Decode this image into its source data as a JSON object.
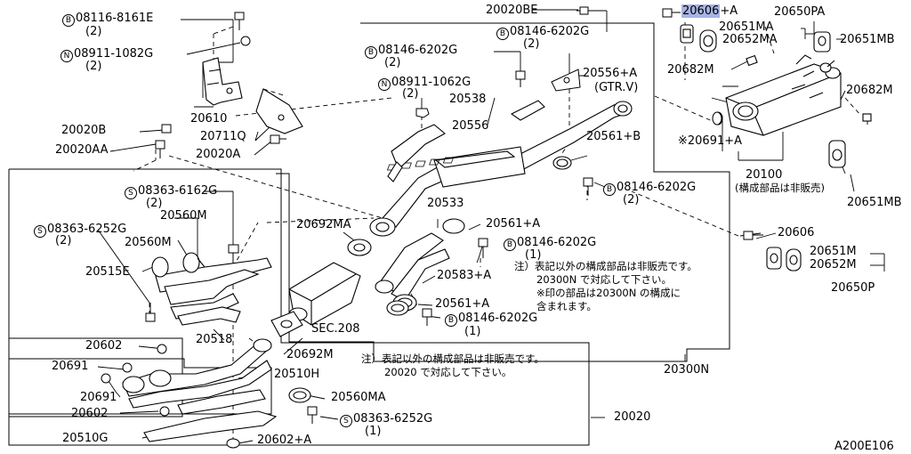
{
  "symbols": {
    "bolt": "B",
    "nut": "N",
    "screw": "S"
  },
  "callouts": {
    "c20020BE": "20020BE",
    "c08146a": "08146-6202G",
    "c08146a_q": "(2)",
    "c20556A": "20556+A",
    "c20556A_gtr": "(GTR.V)",
    "c20606A": "20606",
    "c20606A_sfx": "+A",
    "c20650PA": "20650PA",
    "c20651MA": "20651MA",
    "c20652MA": "20652MA",
    "c20651MB_top": "20651MB",
    "c08116": "08116-8161E",
    "c08116_q": "(2)",
    "c08911a": "08911-1082G",
    "c08911a_q": "(2)",
    "c08146b": "08146-6202G",
    "c08146b_q": "(2)",
    "c08911b": "08911-1062G",
    "c08911b_q": "(2)",
    "c20538": "20538",
    "c20682M_a": "20682M",
    "c20682M_b": "20682M",
    "c20610": "20610",
    "c20711Q": "20711Q",
    "c20020A": "20020A",
    "c20020B": "20020B",
    "c20020AA": "20020AA",
    "c20556": "20556",
    "c20561B": "20561+B",
    "c20691A": "※20691+A",
    "c20100": "20100",
    "c20100_note": "(構成部品は非販売)",
    "c20651MB_bot": "20651MB",
    "c08146c": "08146-6202G",
    "c08146c_q": "(2)",
    "c08363a": "08363-6162G",
    "c08363a_q": "(2)",
    "c20560M_a": "20560M",
    "c20692MA": "20692MA",
    "c20533": "20533",
    "c20561A_a": "20561+A",
    "c08363b": "08363-6252G",
    "c08363b_q": "(2)",
    "c20560M_b": "20560M",
    "c08146d": "08146-6202G",
    "c08146d_q": "(1)",
    "c20606": "20606",
    "c20651M": "20651M",
    "c20652M": "20652M",
    "c20650P": "20650P",
    "c20515E": "20515E",
    "note1_l1": "注）表記以外の構成部品は非販売です。",
    "note1_l2": "20300N で対応して下さい。",
    "note1_l3": "※印の部品は20300N の構成に",
    "note1_l4": "含まれます。",
    "c20583A": "20583+A",
    "c20561A_b": "20561+A",
    "c08146e": "08146-6202G",
    "c08146e_q": "(1)",
    "c20518": "20518",
    "cSEC208": "SEC.208",
    "c20602_a": "20602",
    "c20692M": "20692M",
    "note2_l1": "注）表記以外の構成部品は非販売です。",
    "note2_l2": "20020 で対応して下さい。",
    "c20300N": "20300N",
    "c20691_a": "20691",
    "c20510H": "20510H",
    "c20691_b": "20691",
    "c20560MA": "20560MA",
    "c20602_b": "20602",
    "c08363c": "08363-6252G",
    "c08363c_q": "(1)",
    "c20020": "20020",
    "c20510G": "20510G",
    "c20602A": "20602+A",
    "diagram_id": "A200E106"
  }
}
